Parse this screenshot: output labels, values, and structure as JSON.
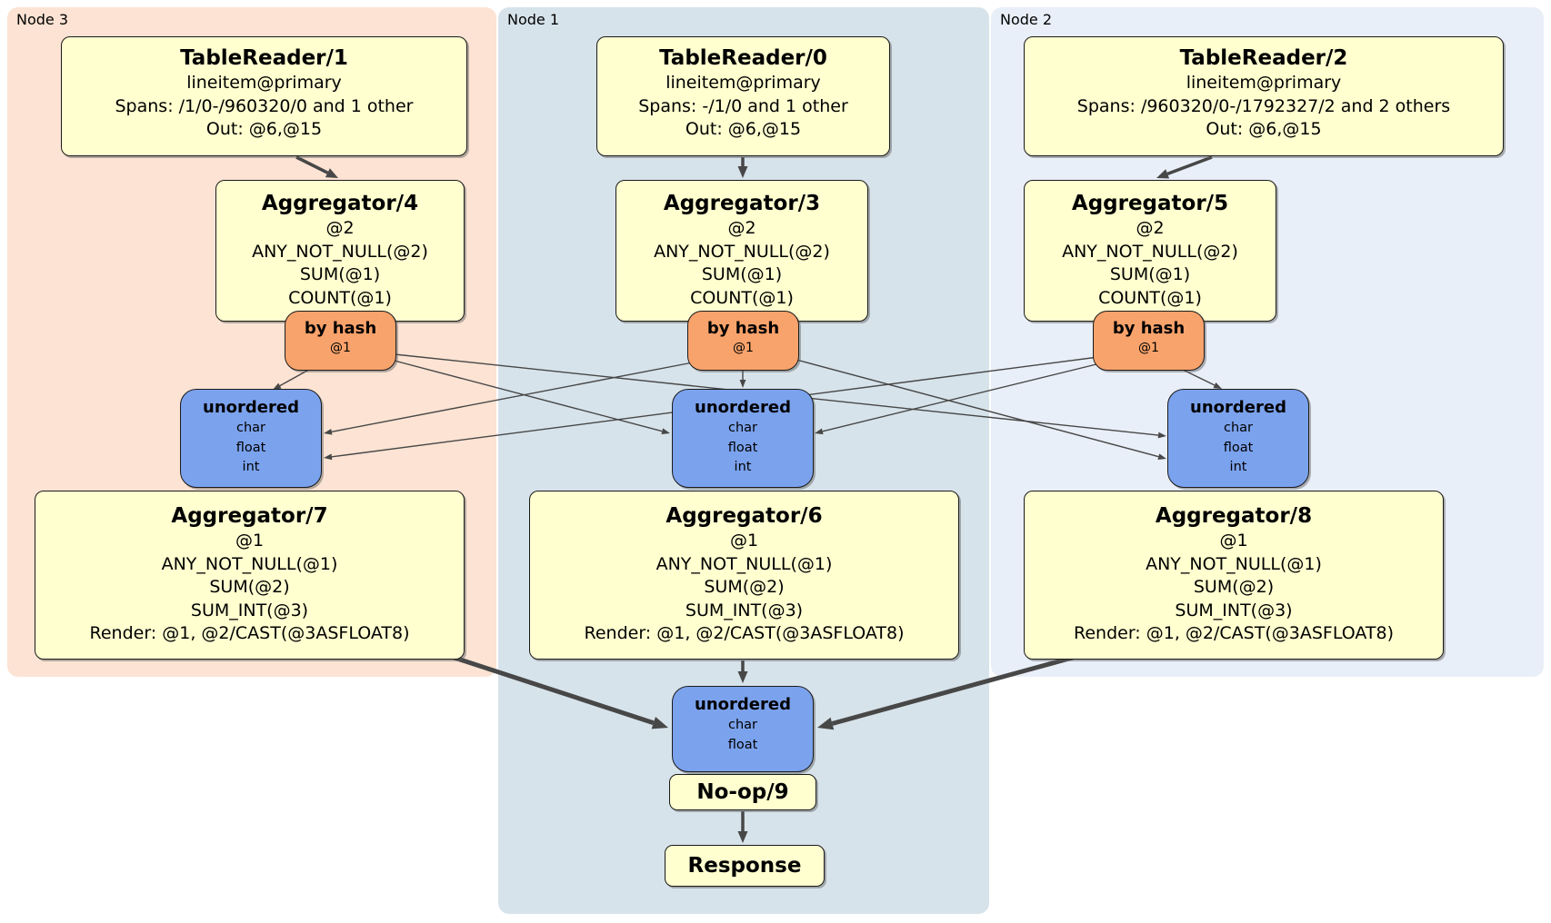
{
  "diagram_type": "distributed-sql-query-plan",
  "regions": [
    {
      "id": "node3",
      "label": "Node 3"
    },
    {
      "id": "node1",
      "label": "Node 1"
    },
    {
      "id": "node2",
      "label": "Node 2"
    }
  ],
  "boxes": {
    "tr1": {
      "title": "TableReader/1",
      "lines": [
        "lineitem@primary",
        "Spans: /1/0-/960320/0 and 1 other",
        "Out: @6,@15"
      ]
    },
    "tr0": {
      "title": "TableReader/0",
      "lines": [
        "lineitem@primary",
        "Spans: -/1/0 and 1 other",
        "Out: @6,@15"
      ]
    },
    "tr2": {
      "title": "TableReader/2",
      "lines": [
        "lineitem@primary",
        "Spans: /960320/0-/1792327/2 and 2 others",
        "Out: @6,@15"
      ]
    },
    "agg4": {
      "title": "Aggregator/4",
      "lines": [
        "@2",
        "ANY_NOT_NULL(@2)",
        "SUM(@1)",
        "COUNT(@1)"
      ]
    },
    "agg3": {
      "title": "Aggregator/3",
      "lines": [
        "@2",
        "ANY_NOT_NULL(@2)",
        "SUM(@1)",
        "COUNT(@1)"
      ]
    },
    "agg5": {
      "title": "Aggregator/5",
      "lines": [
        "@2",
        "ANY_NOT_NULL(@2)",
        "SUM(@1)",
        "COUNT(@1)"
      ]
    },
    "router4": {
      "title": "by hash",
      "lines": [
        "@1"
      ]
    },
    "router3": {
      "title": "by hash",
      "lines": [
        "@1"
      ]
    },
    "router5": {
      "title": "by hash",
      "lines": [
        "@1"
      ]
    },
    "sync7": {
      "title": "unordered",
      "lines": [
        "char",
        "float",
        "int"
      ]
    },
    "sync6": {
      "title": "unordered",
      "lines": [
        "char",
        "float",
        "int"
      ]
    },
    "sync8": {
      "title": "unordered",
      "lines": [
        "char",
        "float",
        "int"
      ]
    },
    "agg7": {
      "title": "Aggregator/7",
      "lines": [
        "@1",
        "ANY_NOT_NULL(@1)",
        "SUM(@2)",
        "SUM_INT(@3)",
        "Render: @1, @2/CAST(@3ASFLOAT8)"
      ]
    },
    "agg6": {
      "title": "Aggregator/6",
      "lines": [
        "@1",
        "ANY_NOT_NULL(@1)",
        "SUM(@2)",
        "SUM_INT(@3)",
        "Render: @1, @2/CAST(@3ASFLOAT8)"
      ]
    },
    "agg8": {
      "title": "Aggregator/8",
      "lines": [
        "@1",
        "ANY_NOT_NULL(@1)",
        "SUM(@2)",
        "SUM_INT(@3)",
        "Render: @1, @2/CAST(@3ASFLOAT8)"
      ]
    },
    "sync9": {
      "title": "unordered",
      "lines": [
        "char",
        "float"
      ]
    },
    "noop": {
      "title": "No-op/9",
      "lines": []
    },
    "response": {
      "title": "Response",
      "lines": []
    }
  },
  "edges": [
    {
      "from": "tr1",
      "to": "agg4",
      "kind": "flow"
    },
    {
      "from": "tr0",
      "to": "agg3",
      "kind": "flow"
    },
    {
      "from": "tr2",
      "to": "agg5",
      "kind": "flow"
    },
    {
      "from": "router4",
      "to": "sync7",
      "kind": "route"
    },
    {
      "from": "router4",
      "to": "sync6",
      "kind": "route"
    },
    {
      "from": "router4",
      "to": "sync8",
      "kind": "route"
    },
    {
      "from": "router3",
      "to": "sync7",
      "kind": "route"
    },
    {
      "from": "router3",
      "to": "sync6",
      "kind": "route"
    },
    {
      "from": "router3",
      "to": "sync8",
      "kind": "route"
    },
    {
      "from": "router5",
      "to": "sync7",
      "kind": "route"
    },
    {
      "from": "router5",
      "to": "sync6",
      "kind": "route"
    },
    {
      "from": "router5",
      "to": "sync8",
      "kind": "route"
    },
    {
      "from": "agg7",
      "to": "sync9",
      "kind": "heavy"
    },
    {
      "from": "agg6",
      "to": "sync9",
      "kind": "flow"
    },
    {
      "from": "agg8",
      "to": "sync9",
      "kind": "heavy"
    },
    {
      "from": "noop",
      "to": "response",
      "kind": "flow"
    }
  ],
  "colors": {
    "node3_bg": "#fce3d3",
    "node1_bg": "#d7e3ea",
    "node2_bg": "#e9eff8",
    "processor_bg": "#ffffd0",
    "router_bg": "#f9a36c",
    "sync_bg": "#7ba2ed",
    "border": "#1a1a1a",
    "edge": "#474747"
  }
}
